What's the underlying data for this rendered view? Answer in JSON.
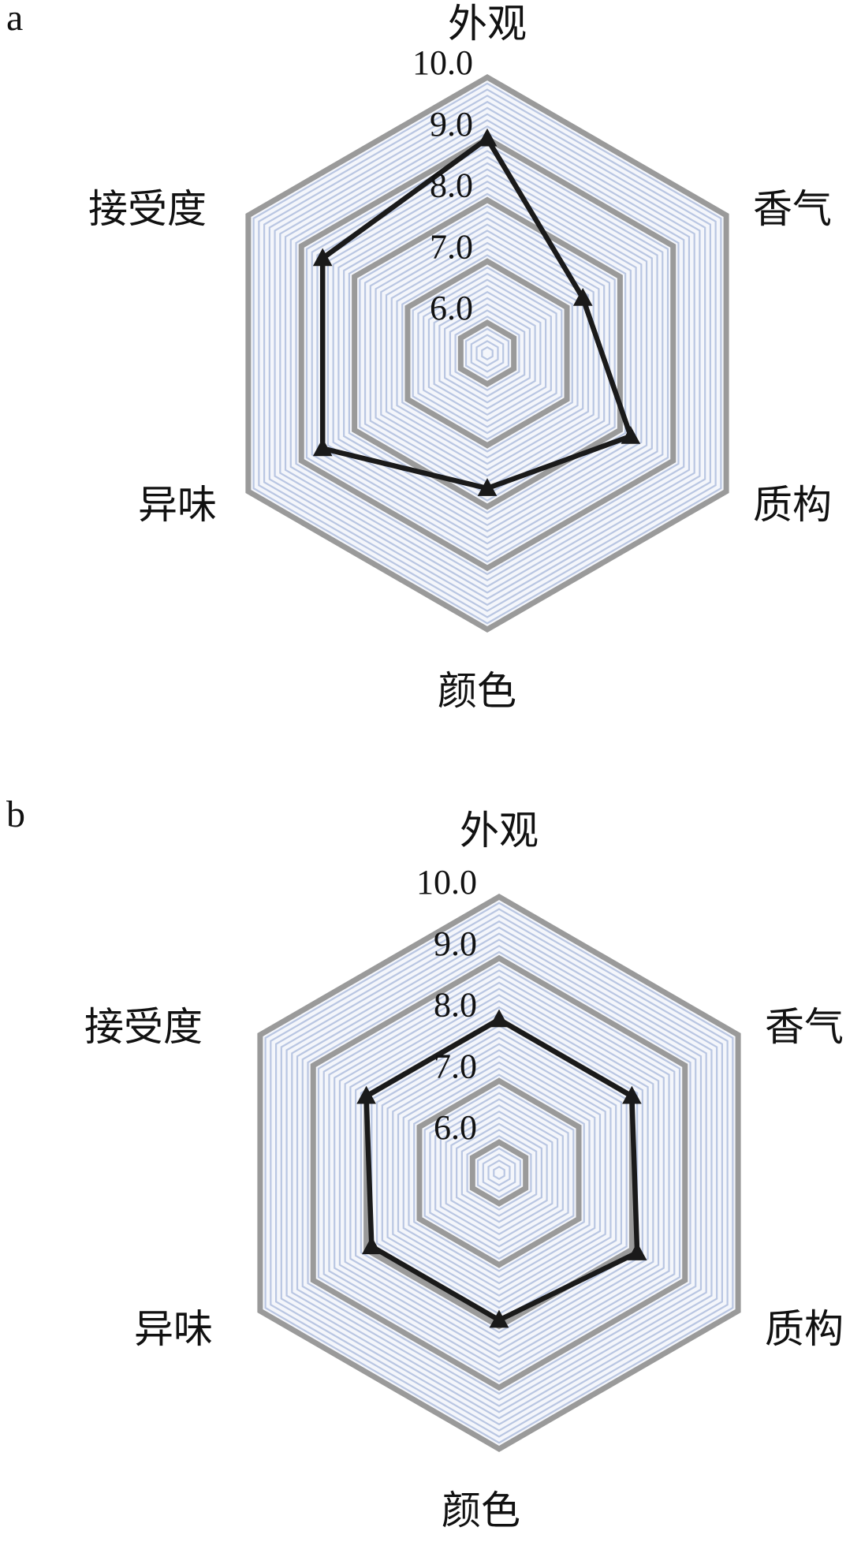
{
  "chart_data": [
    {
      "type": "radar",
      "panel_label": "a",
      "axes": [
        "外观",
        "香气",
        "质构",
        "颜色",
        "异味",
        "接受度"
      ],
      "ticks": [
        "10.0",
        "9.0",
        "8.0",
        "7.0",
        "6.0"
      ],
      "range": [
        5.5,
        10.0
      ],
      "grid": "hexagonal, light blue rings every 0.1, gray rings at whole numbers",
      "series": [
        {
          "values": [
            9.0,
            7.3,
            8.2,
            7.7,
            8.6,
            8.6
          ],
          "color": "#1a1a1a",
          "marker": "triangle"
        }
      ]
    },
    {
      "type": "radar",
      "panel_label": "b",
      "axes": [
        "外观",
        "香气",
        "质构",
        "颜色",
        "异味",
        "接受度"
      ],
      "ticks": [
        "10.0",
        "9.0",
        "8.0",
        "7.0",
        "6.0"
      ],
      "range": [
        5.5,
        10.0
      ],
      "grid": "hexagonal, light blue rings every 0.1, gray rings at whole numbers",
      "series": [
        {
          "values": [
            8.0,
            8.0,
            8.1,
            7.9,
            7.9,
            8.0
          ],
          "color": "#1a1a1a",
          "marker": "triangle"
        }
      ]
    }
  ],
  "colors": {
    "grid_major": "#9a9a9a",
    "grid_minor": "#b9c6e2",
    "grid_fill": "#f4f6fb",
    "series_line": "#1a1a1a"
  }
}
